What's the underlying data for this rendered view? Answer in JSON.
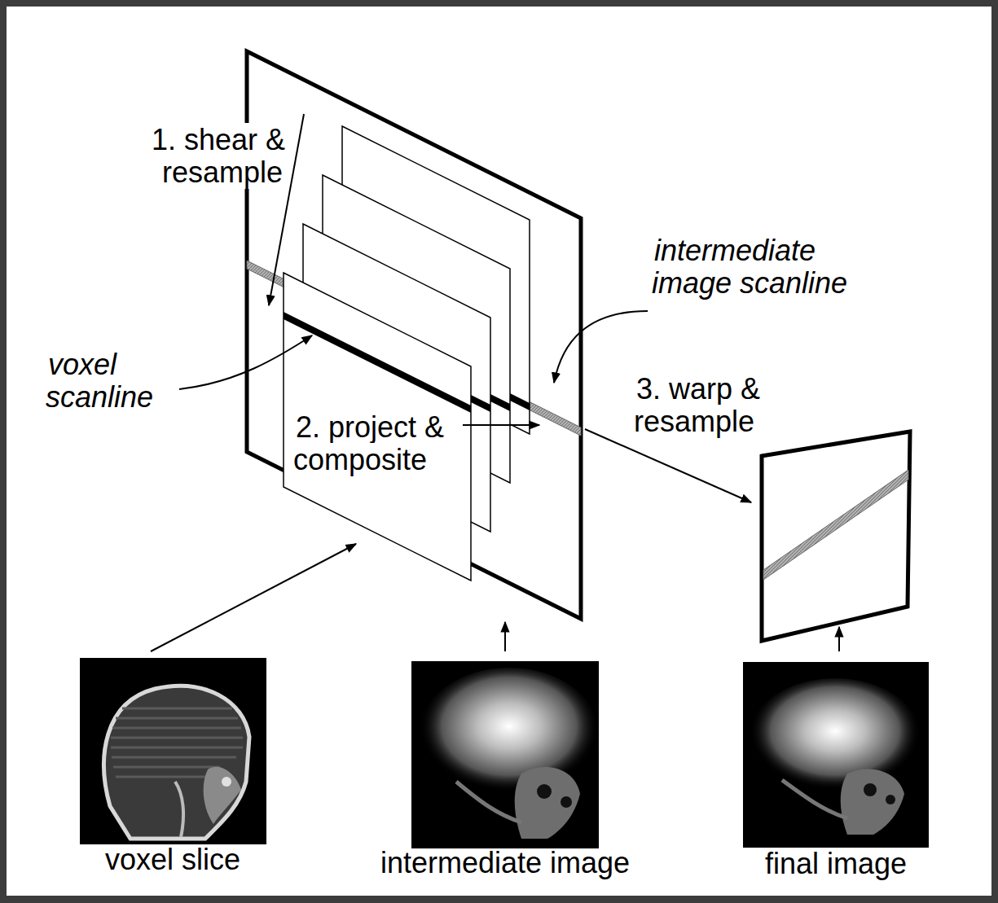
{
  "diagram": {
    "nodes": [
      {
        "text": [
          "voxel slice"
        ]
      },
      {
        "text": [
          "intermediate image"
        ]
      },
      {
        "text": [
          "final image"
        ]
      }
    ],
    "labels": [
      "1. shear & resample",
      "intermediate image scanline",
      "voxel scanline",
      "2. project & composite",
      "3. warp & resample"
    ]
  }
}
